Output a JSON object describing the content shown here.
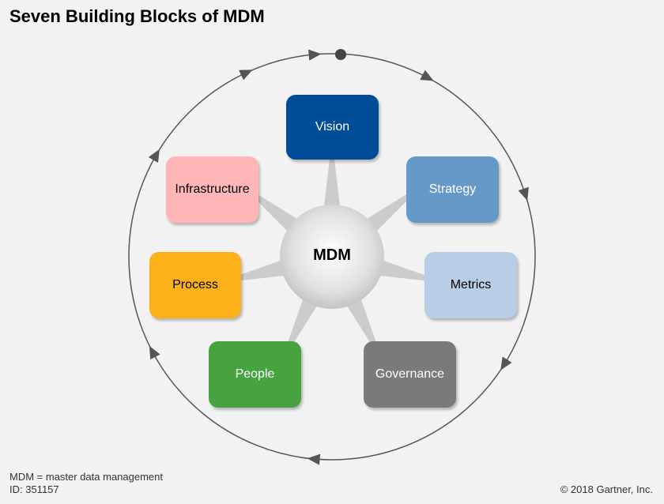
{
  "title": "Seven Building Blocks of MDM",
  "hub": {
    "label": "MDM"
  },
  "blocks": [
    {
      "label": "Vision",
      "fill": "#004c97",
      "text_color": "#ffffff"
    },
    {
      "label": "Strategy",
      "fill": "#6699c8",
      "text_color": "#ffffff"
    },
    {
      "label": "Metrics",
      "fill": "#b8cde6",
      "text_color": "#000000"
    },
    {
      "label": "Governance",
      "fill": "#7a7a7a",
      "text_color": "#ffffff"
    },
    {
      "label": "People",
      "fill": "#46a340",
      "text_color": "#ffffff"
    },
    {
      "label": "Process",
      "fill": "#fbb117",
      "text_color": "#000000"
    },
    {
      "label": "Infrastructure",
      "fill": "#ffb6b9",
      "text_color": "#000000"
    }
  ],
  "footer": {
    "definition": "MDM = master data management",
    "id": "ID: 351157",
    "copyright": "© 2018 Gartner, Inc."
  },
  "colors": {
    "ring": "#555555",
    "star": "#cccccc",
    "background": "#f2f2f2"
  }
}
